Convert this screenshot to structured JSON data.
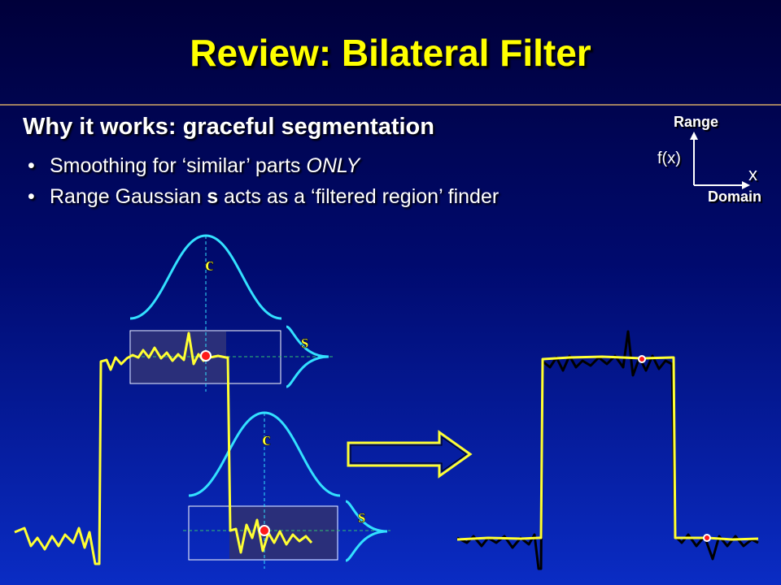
{
  "slide": {
    "title": "Review: Bilateral Filter",
    "heading": "Why it works: graceful segmentation",
    "bullets": [
      {
        "pre": "Smoothing for ‘similar’ parts ",
        "em": "ONLY",
        "post": ""
      },
      {
        "pre": "Range Gaussian ",
        "strong": "s",
        "post": " acts as a ‘filtered region’ finder"
      }
    ]
  },
  "axes_legend": {
    "range": "Range",
    "fx": "f(x)",
    "x": "x",
    "domain": "Domain"
  },
  "diagram": {
    "upper_window": {
      "c_label": "c",
      "s_label": "s"
    },
    "lower_window": {
      "c_label": "c",
      "s_label": "s"
    }
  },
  "colors": {
    "signal": "#ffff33",
    "gaussian": "#33e0ff",
    "center_point": "#ff1a1a",
    "window_fill": "#2a2f7a",
    "noisy_outline": "#000000",
    "arrow_fill": "#ffff33"
  }
}
